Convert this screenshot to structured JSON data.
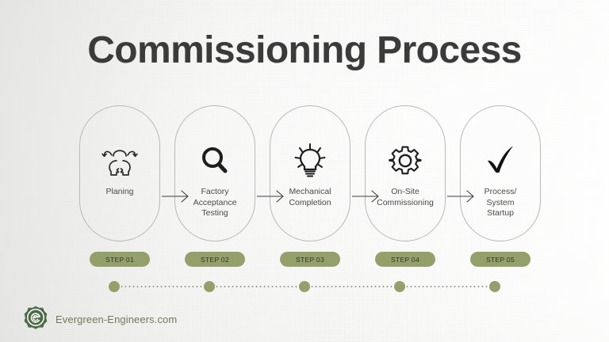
{
  "slide": {
    "title": "Commissioning Process",
    "background_color": "#f6f6f5",
    "accent_color": "#94a06a"
  },
  "steps": [
    {
      "icon": "two-heads-collaboration-icon",
      "label": "Planing",
      "badge": "STEP 01"
    },
    {
      "icon": "magnifying-glass-icon",
      "label": "Factory\nAcceptance\nTesting",
      "badge": "STEP 02"
    },
    {
      "icon": "lightbulb-icon",
      "label": "Mechanical\nCompletion",
      "badge": "STEP 03"
    },
    {
      "icon": "gear-icon",
      "label": "On-Site\nCommissioning",
      "badge": "STEP 04"
    },
    {
      "icon": "checkmark-icon",
      "label": "Process/\nSystem\nStartup",
      "badge": "STEP 05"
    }
  ],
  "footer": {
    "logo": "evergreen-e-monogram-logo",
    "text": "Evergreen-Engineers.com",
    "logo_color": "#4c6b47"
  }
}
